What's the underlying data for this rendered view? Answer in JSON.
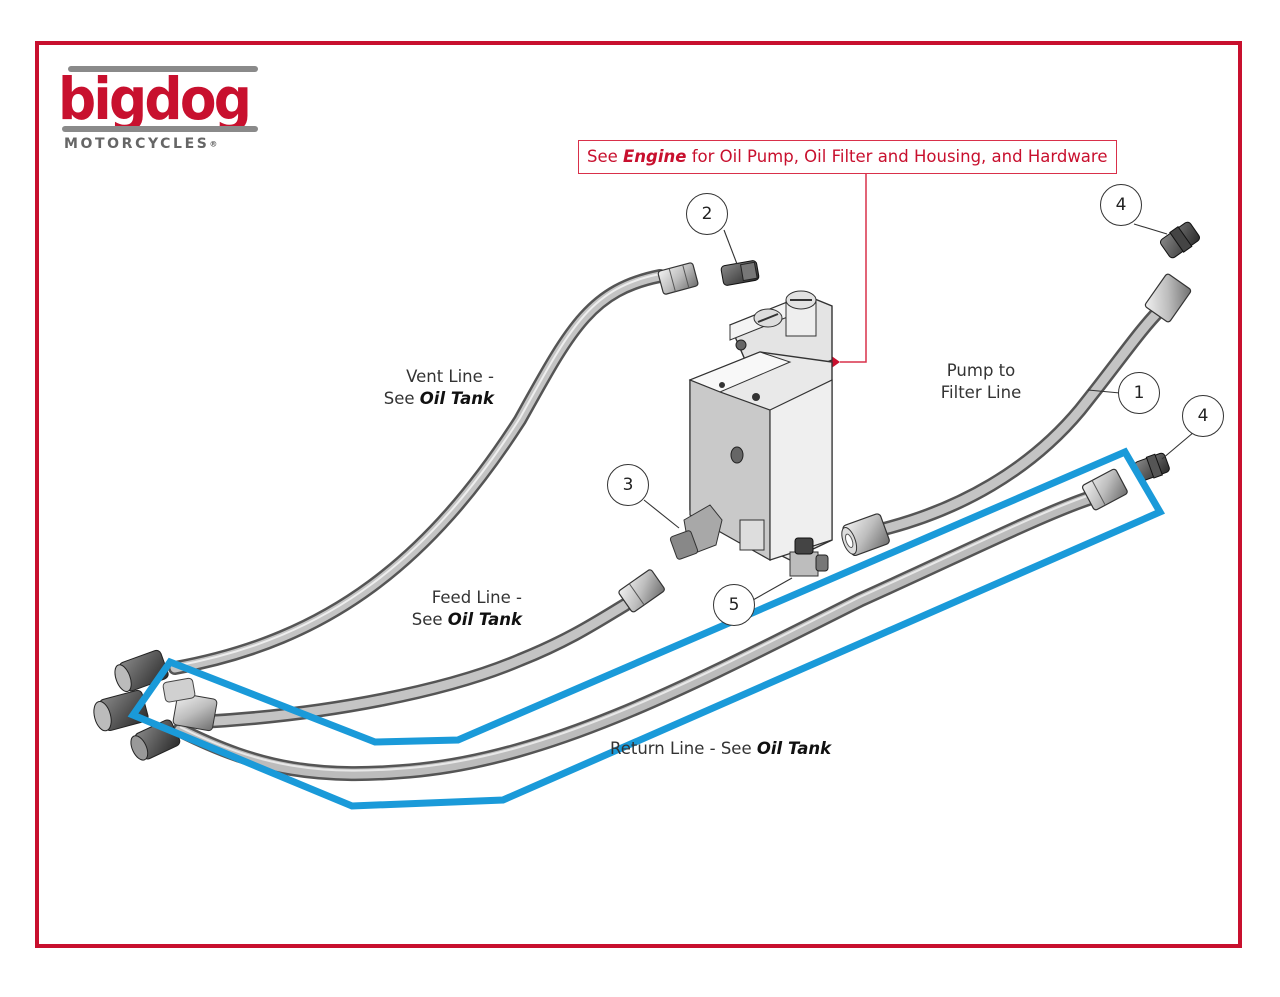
{
  "brand": {
    "wordmark": "bigdog",
    "subtitle": "MOTORCYCLES",
    "registered_mark": "®",
    "primary_color": "#c8102e",
    "secondary_color": "#8a8a8a"
  },
  "frame_color": "#c8102e",
  "highlight_color": "#1a9ad9",
  "engine_note": {
    "prefix": "See ",
    "emphasis": "Engine",
    "suffix": " for Oil Pump, Oil Filter and Housing, and Hardware"
  },
  "labels": {
    "vent_line": {
      "line1": "Vent Line -",
      "see": "See ",
      "ref": "Oil Tank"
    },
    "feed_line": {
      "line1": "Feed Line -",
      "see": "See ",
      "ref": "Oil Tank"
    },
    "return_line": {
      "text": "Return Line - See ",
      "ref": "Oil Tank"
    },
    "pump_to_filter": {
      "line1": "Pump to",
      "line2": "Filter Line"
    }
  },
  "callouts": [
    {
      "id": "callout-1",
      "number": "1",
      "part": "Pump to Filter Line"
    },
    {
      "id": "callout-2",
      "number": "2",
      "part": "fitting"
    },
    {
      "id": "callout-3",
      "number": "3",
      "part": "elbow fitting"
    },
    {
      "id": "callout-4a",
      "number": "4",
      "part": "fitting (upper)"
    },
    {
      "id": "callout-4b",
      "number": "4",
      "part": "fitting (lower)"
    },
    {
      "id": "callout-5",
      "number": "5",
      "part": "elbow fitting"
    }
  ]
}
